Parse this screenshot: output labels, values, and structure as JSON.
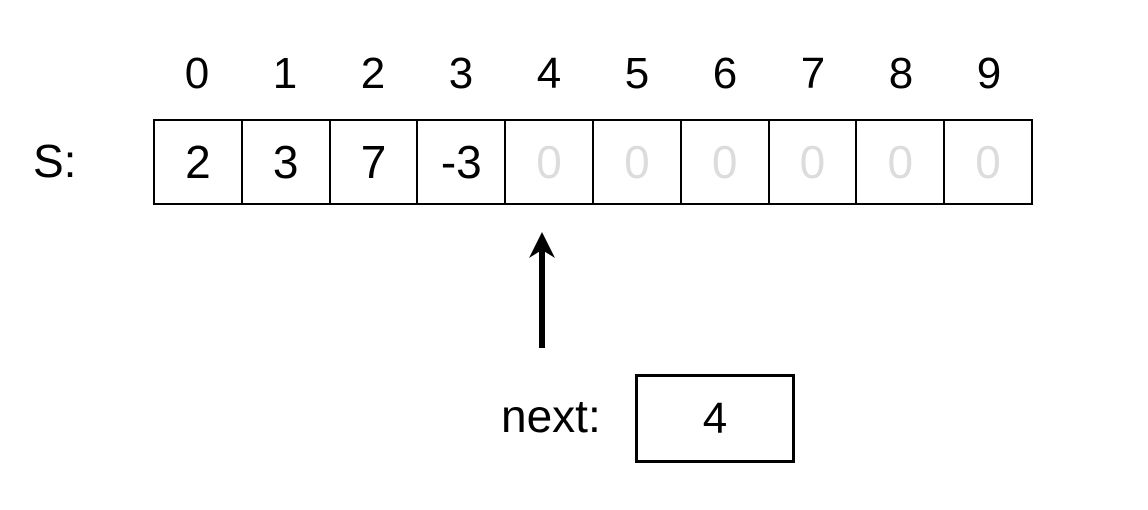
{
  "diagram": {
    "array": {
      "label": "S:",
      "indices": [
        "0",
        "1",
        "2",
        "3",
        "4",
        "5",
        "6",
        "7",
        "8",
        "9"
      ],
      "cells": [
        {
          "value": "2",
          "state": "filled"
        },
        {
          "value": "3",
          "state": "filled"
        },
        {
          "value": "7",
          "state": "filled"
        },
        {
          "value": "-3",
          "state": "filled"
        },
        {
          "value": "0",
          "state": "empty"
        },
        {
          "value": "0",
          "state": "empty"
        },
        {
          "value": "0",
          "state": "empty"
        },
        {
          "value": "0",
          "state": "empty"
        },
        {
          "value": "0",
          "state": "empty"
        },
        {
          "value": "0",
          "state": "empty"
        }
      ]
    },
    "pointer": {
      "icon": "up-arrow-icon",
      "points_to_index": "4"
    },
    "next": {
      "label": "next:",
      "value": "4"
    },
    "colors": {
      "stroke": "#000000",
      "filled_text": "#000000",
      "empty_text": "#dcdcdc",
      "background": "#ffffff"
    }
  }
}
